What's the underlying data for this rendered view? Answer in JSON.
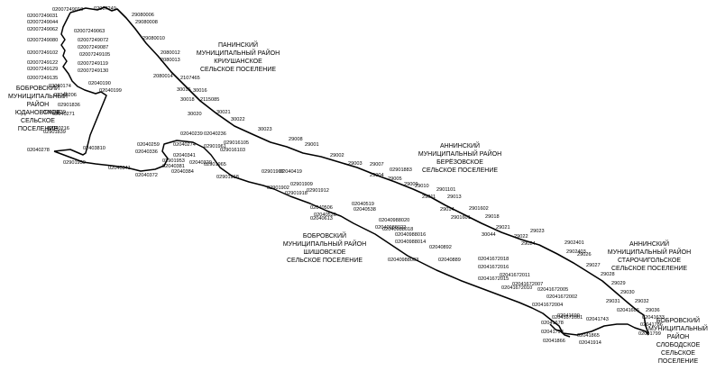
{
  "regions": [
    {
      "id": "paninsky",
      "lines": [
        "ПАНИНСКИЙ",
        "МУНИЦИПАЛЬНЫЙ РАЙОН",
        "КРИУШАНСКОЕ",
        "СЕЛЬСКОЕ ПОСЕЛЕНИЕ"
      ]
    },
    {
      "id": "bobrov-yadanovskoe",
      "lines": [
        "БОБРОВСКИЙ",
        "МУНИЦИПАЛЬНЫЙ",
        "РАЙОН",
        "ЮДАНОВСКОЕ",
        "СЕЛЬСКОЕ",
        "ПОСЕЛЕНИЕ"
      ]
    },
    {
      "id": "anninsky-berezovskoe",
      "lines": [
        "АННИНСКИЙ",
        "МУНИЦИПАЛЬНЫЙ РАЙОН",
        "БЕРЁЗОВСКОЕ",
        "СЕЛЬСКОЕ ПОСЕЛЕНИЕ"
      ]
    },
    {
      "id": "bobrov-shishovskoe",
      "lines": [
        "БОБРОВСКИЙ",
        "МУНИЦИПАЛЬНЫЙ РАЙОН",
        "ШИШОВСКОЕ",
        "СЕЛЬСКОЕ ПОСЕЛЕНИЕ"
      ]
    },
    {
      "id": "anninsky-starochigolskoe",
      "lines": [
        "АННИНСКИЙ",
        "МУНИЦИПАЛЬНЫЙ РАЙОН",
        "СТАРОЧИГОЛЬСКОЕ",
        "СЕЛЬСКОЕ ПОСЕЛЕНИЕ"
      ]
    },
    {
      "id": "bobrov-slobodskoe",
      "lines": [
        "БОБРОВСКИЙ",
        "МУНИЦИПАЛЬНЫЙ",
        "РАЙОН",
        "СЛОБОДСКОЕ",
        "СЕЛЬСКОЕ",
        "ПОСЕЛЕНИЕ"
      ]
    }
  ],
  "points": [
    "02007249",
    "02007249010",
    "29080006",
    "29080008",
    "02007249031",
    "02007249044",
    "02007249062",
    "02007249063",
    "29080010",
    "02007249080",
    "02007249072",
    "02007249087",
    "02007249102",
    "02007249105",
    "02007249122",
    "02007249119",
    "02007249129",
    "02007249130",
    "02007249135",
    "2080012",
    "2080013",
    "2080014",
    "2107465",
    "02040174",
    "02040190",
    "02040199",
    "02040206",
    "30015",
    "30016",
    "30018",
    "2115085",
    "30020",
    "30021",
    "02901836",
    "02901839",
    "02040271",
    "30022",
    "02040216",
    "02901839",
    "30023",
    "02040239",
    "02040236",
    "02040259",
    "02040274",
    "02040341",
    "02040336",
    "02040278",
    "02403810",
    "02901939",
    "02040341",
    "02901953",
    "02040381",
    "02040384",
    "02040372",
    "02901961",
    "02901965",
    "029016105",
    "029016103",
    "02040329",
    "29008",
    "29001",
    "29002",
    "29003",
    "29007",
    "02901883",
    "29004",
    "29005",
    "29009",
    "02040419",
    "02901907",
    "02901968",
    "02901902",
    "02901909",
    "02901918",
    "02901912",
    "29010",
    "29011",
    "2901101",
    "29013",
    "29014",
    "2901601",
    "2901602",
    "29018",
    "29021",
    "02040519",
    "02040506",
    "02040538",
    "02040526",
    "02040613",
    "02040988020",
    "02040988022",
    "30044",
    "29022",
    "29023",
    "29024",
    "02040988018",
    "02040988016",
    "02040988014",
    "02040892",
    "02040988003",
    "02040889",
    "02041672018",
    "02041672016",
    "2902401",
    "2902403",
    "29026",
    "29027",
    "29028",
    "02041672011",
    "02041672015",
    "02041672007",
    "02041672010",
    "02041672005",
    "02041672002",
    "02041672004",
    "29029",
    "29030",
    "29031",
    "29032",
    "29036",
    "02041606",
    "02041633",
    "02041786",
    "02041690",
    "02041672001",
    "02041678",
    "02041743",
    "02041798",
    "02041866",
    "02041865",
    "02041914",
    "02041799"
  ]
}
